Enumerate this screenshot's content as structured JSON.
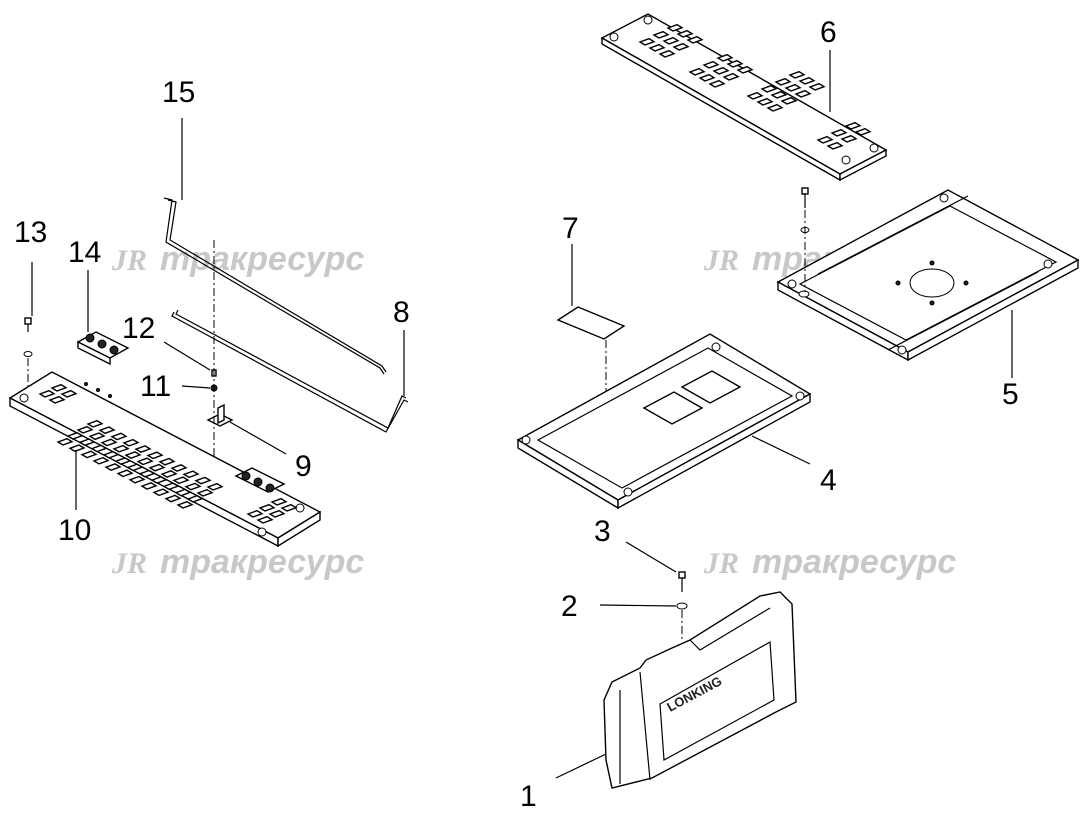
{
  "watermark": {
    "logo": "JR",
    "text": "тракресурс"
  },
  "callouts": {
    "p1": "1",
    "p2": "2",
    "p3": "3",
    "p4": "4",
    "p5": "5",
    "p6": "6",
    "p7": "7",
    "p8": "8",
    "p9": "9",
    "p10": "10",
    "p11": "11",
    "p12": "12",
    "p13": "13",
    "p14": "14",
    "p15": "15"
  },
  "part1_brand": "LONKING"
}
